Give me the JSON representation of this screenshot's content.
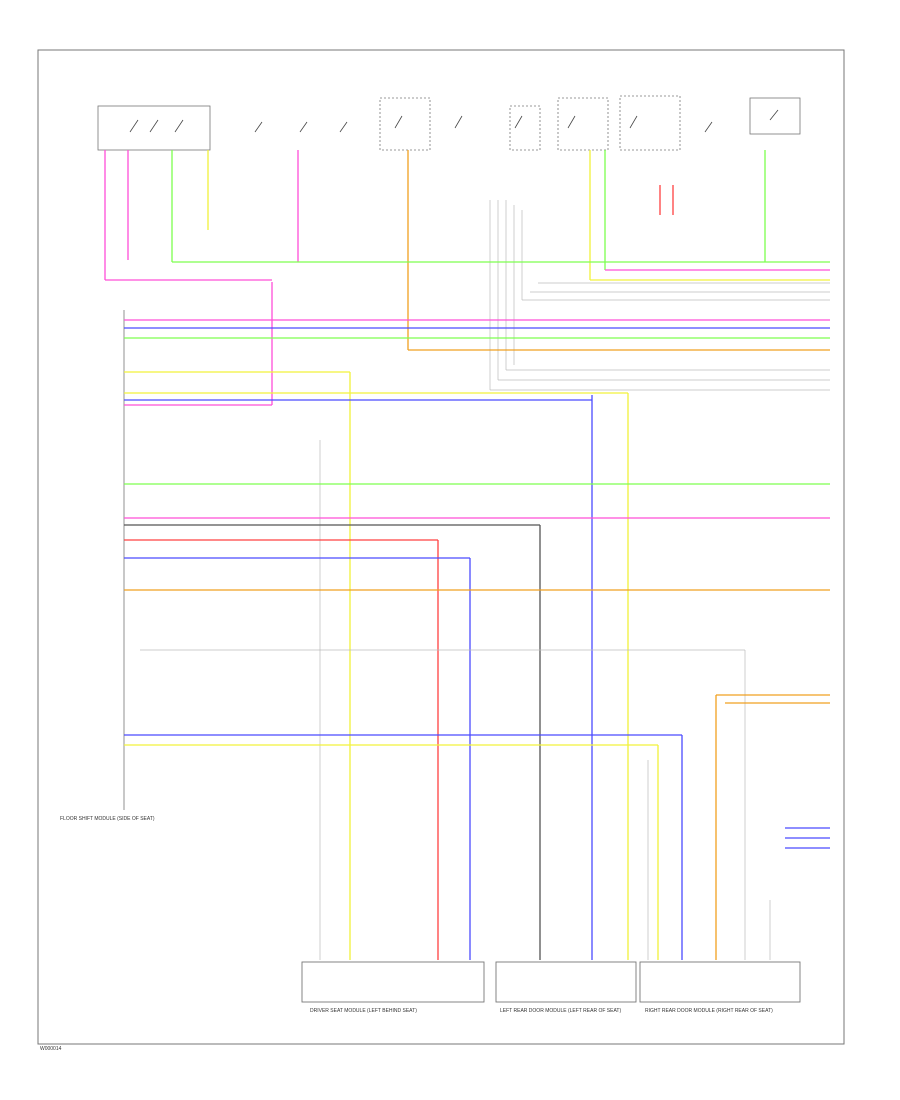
{
  "diagram": {
    "footer_code": "W000014",
    "module_caption": "FLOOR SHIFT MODULE (SIDE OF SEAT)",
    "bottom_modules": [
      {
        "caption": "DRIVER SEAT MODULE (LEFT BEHIND SEAT)"
      },
      {
        "caption": "LEFT REAR DOOR MODULE (LEFT REAR OF SEAT)"
      },
      {
        "caption": "RIGHT REAR DOOR MODULE (RIGHT REAR OF SEAT)"
      }
    ],
    "colors": {
      "pink": "#ff4fd8",
      "blue": "#4b4bff",
      "green": "#7dff4f",
      "yellow": "#f2f23a",
      "orange": "#f0a020",
      "red": "#ff4040",
      "gray": "#bbbbbb",
      "dark": "#555555",
      "frame": "#777777"
    }
  }
}
